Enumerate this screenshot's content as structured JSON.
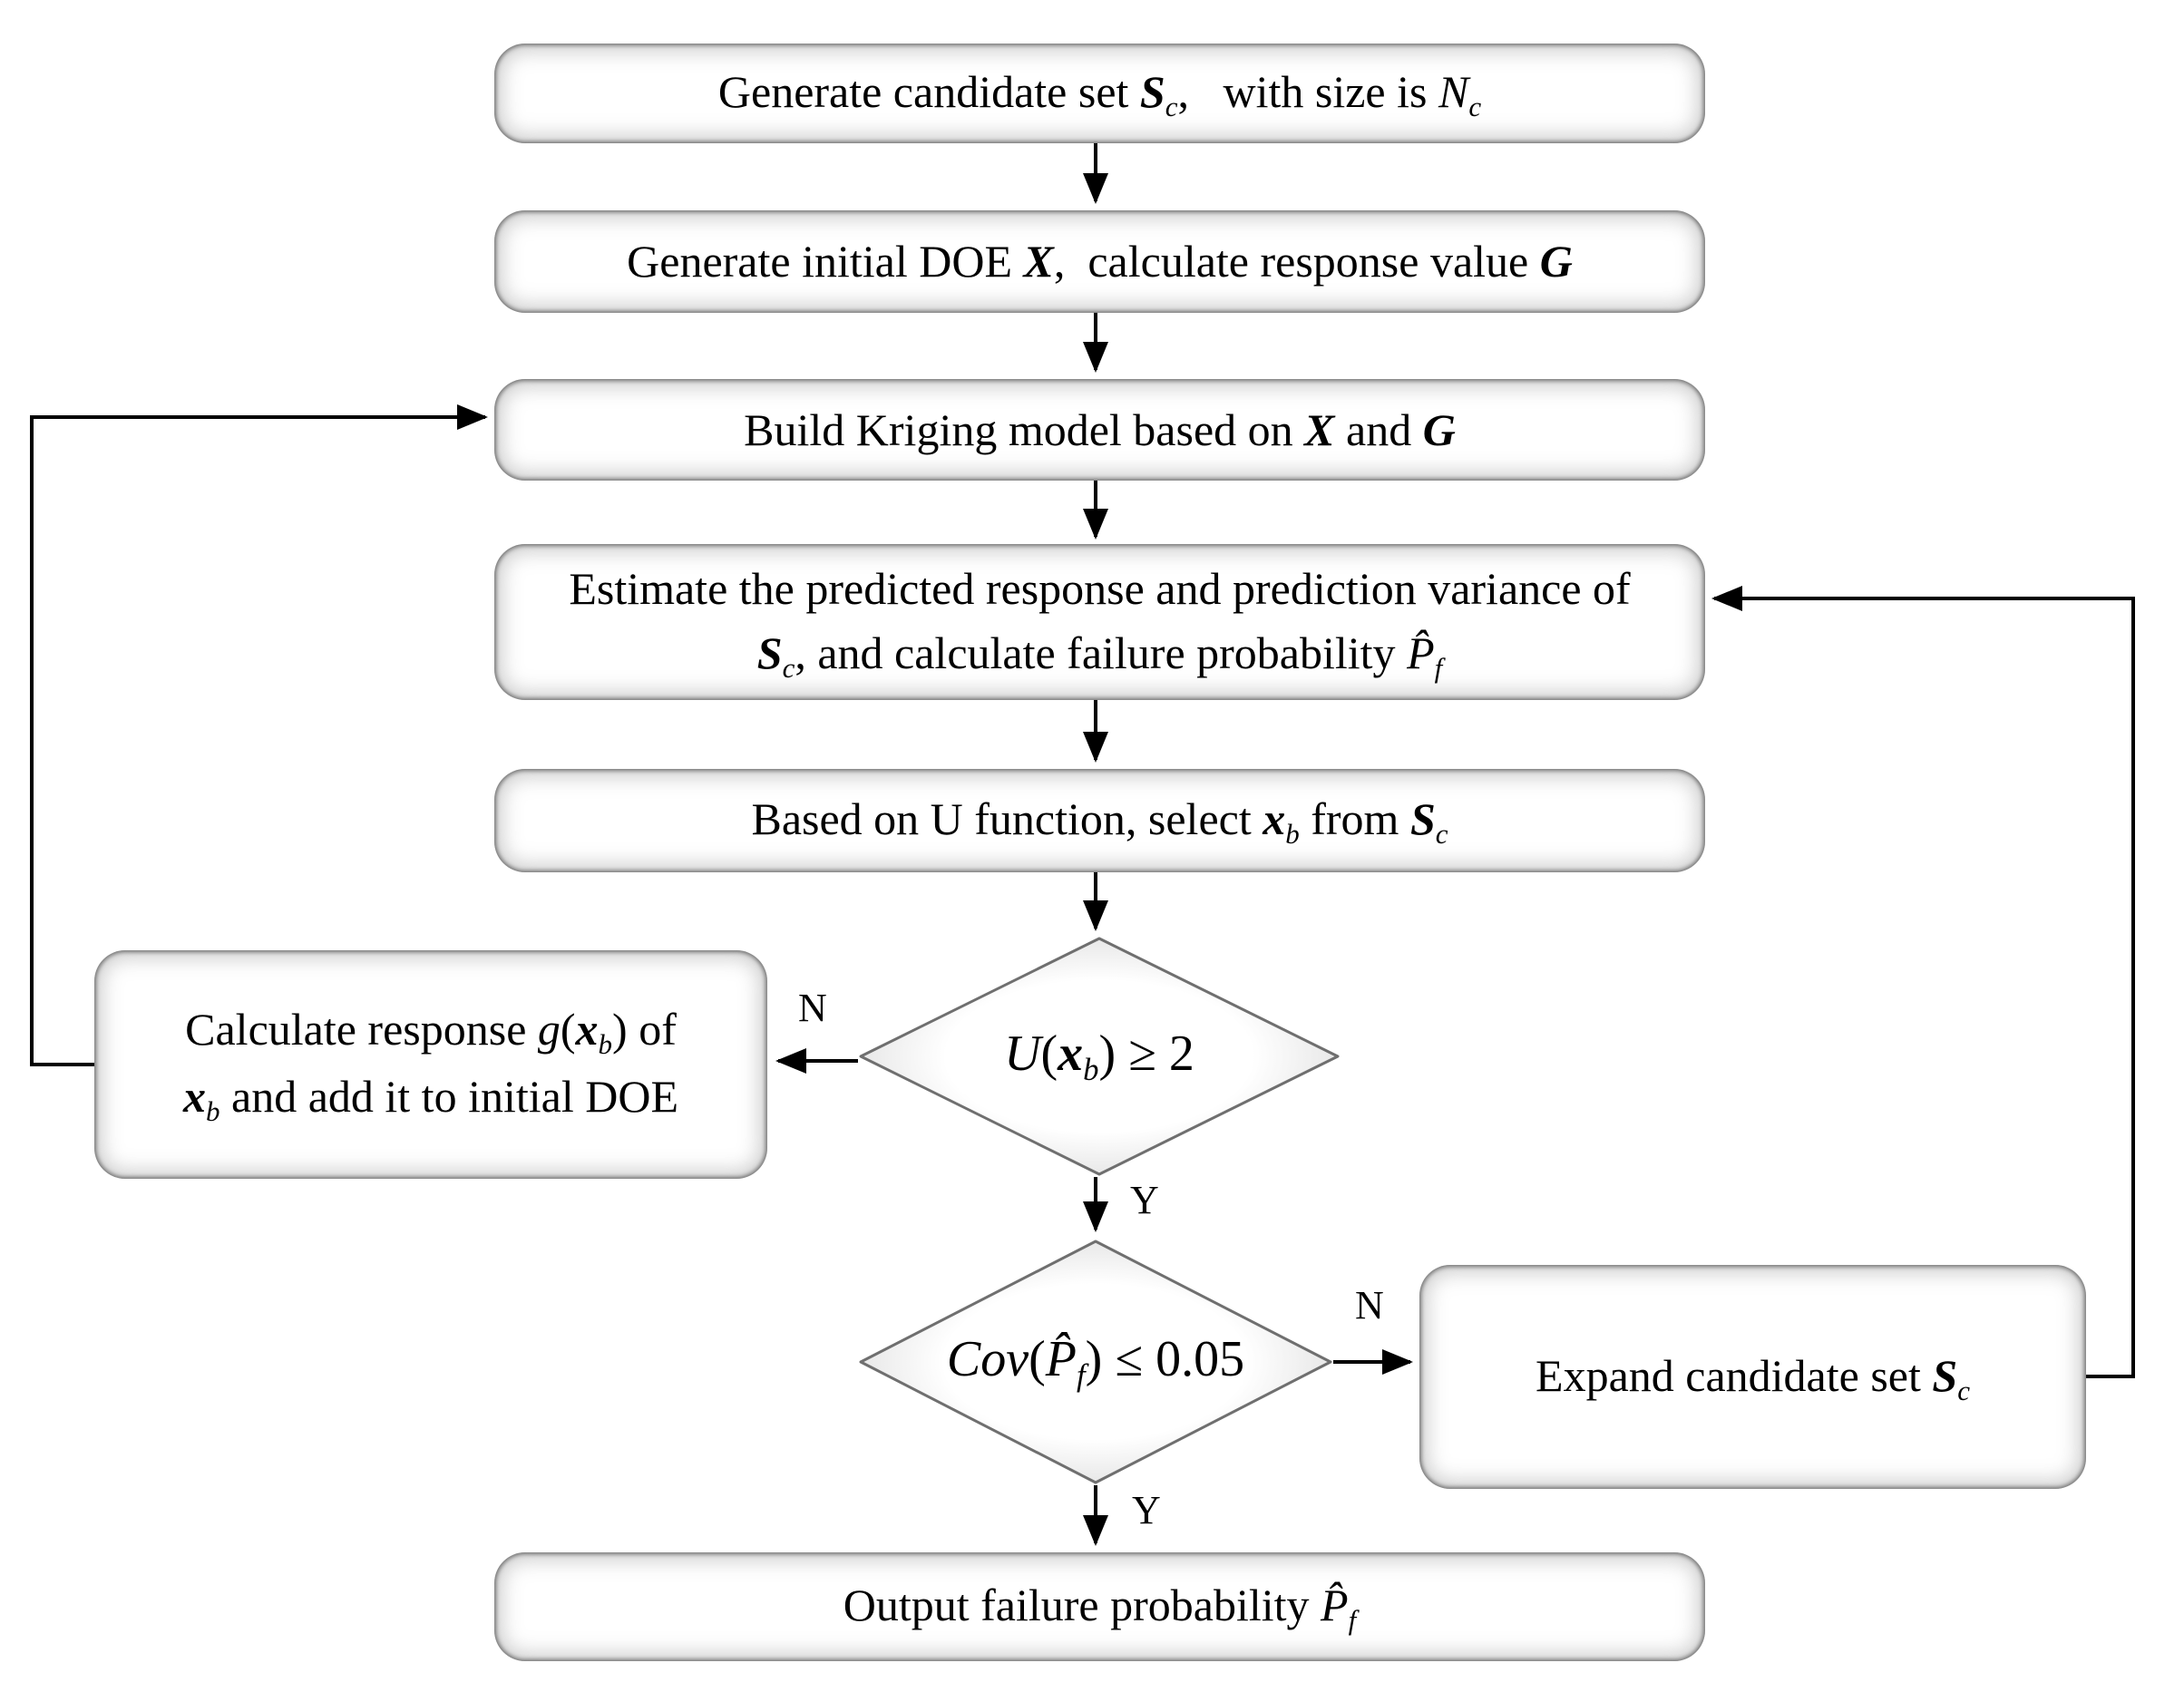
{
  "nodes": {
    "n1": {
      "t0": "Generate candidate set ",
      "t1": "S",
      "t2": "c",
      "t3": ",   with size is ",
      "t4": "N",
      "t5": "c"
    },
    "n2": {
      "t0": "Generate initial DOE ",
      "t1": "X",
      "t2": ",  calculate response value ",
      "t3": "G"
    },
    "n3": {
      "t0": "Build Kriging model based on ",
      "t1": "X",
      "t2": " and ",
      "t3": "G"
    },
    "n4": {
      "l1": "Estimate the predicted response and prediction variance of",
      "t0": "S",
      "t1": "c",
      "t2": ", and calculate failure probability ",
      "t3": "P̂",
      "t4": "f"
    },
    "n5": {
      "t0": "Based on U function, select ",
      "t1": "x",
      "t2": "b",
      "t3": " from ",
      "t4": "S",
      "t5": "c"
    },
    "d1": {
      "t0": "U",
      "t1": "(",
      "t2": "x",
      "t3": "b",
      "t4": ")",
      "t5": " ≥ 2"
    },
    "left": {
      "t0": "Calculate response ",
      "t1": "g",
      "t2": "(",
      "t3": "x",
      "t4": "b",
      "t5": ") of",
      "t6": "x",
      "t7": "b",
      "t8": " and add it to initial DOE"
    },
    "d2": {
      "t0": "Cov",
      "t1": "(",
      "t2": "P̂",
      "t3": "f",
      "t4": ")",
      "t5": " ≤ 0.05"
    },
    "expand": {
      "t0": "Expand candidate set ",
      "t1": "S",
      "t2": "c"
    },
    "out": {
      "t0": "Output failure probability ",
      "t1": "P̂",
      "t2": "f"
    }
  },
  "edge_labels": {
    "d1_no": "N",
    "d1_yes": "Y",
    "d2_no": "N",
    "d2_yes": "Y"
  },
  "colors": {
    "line": "#000000",
    "node_fill": "#ffffff",
    "node_edge_shade": "#6f6f6f",
    "background": "#ffffff"
  }
}
